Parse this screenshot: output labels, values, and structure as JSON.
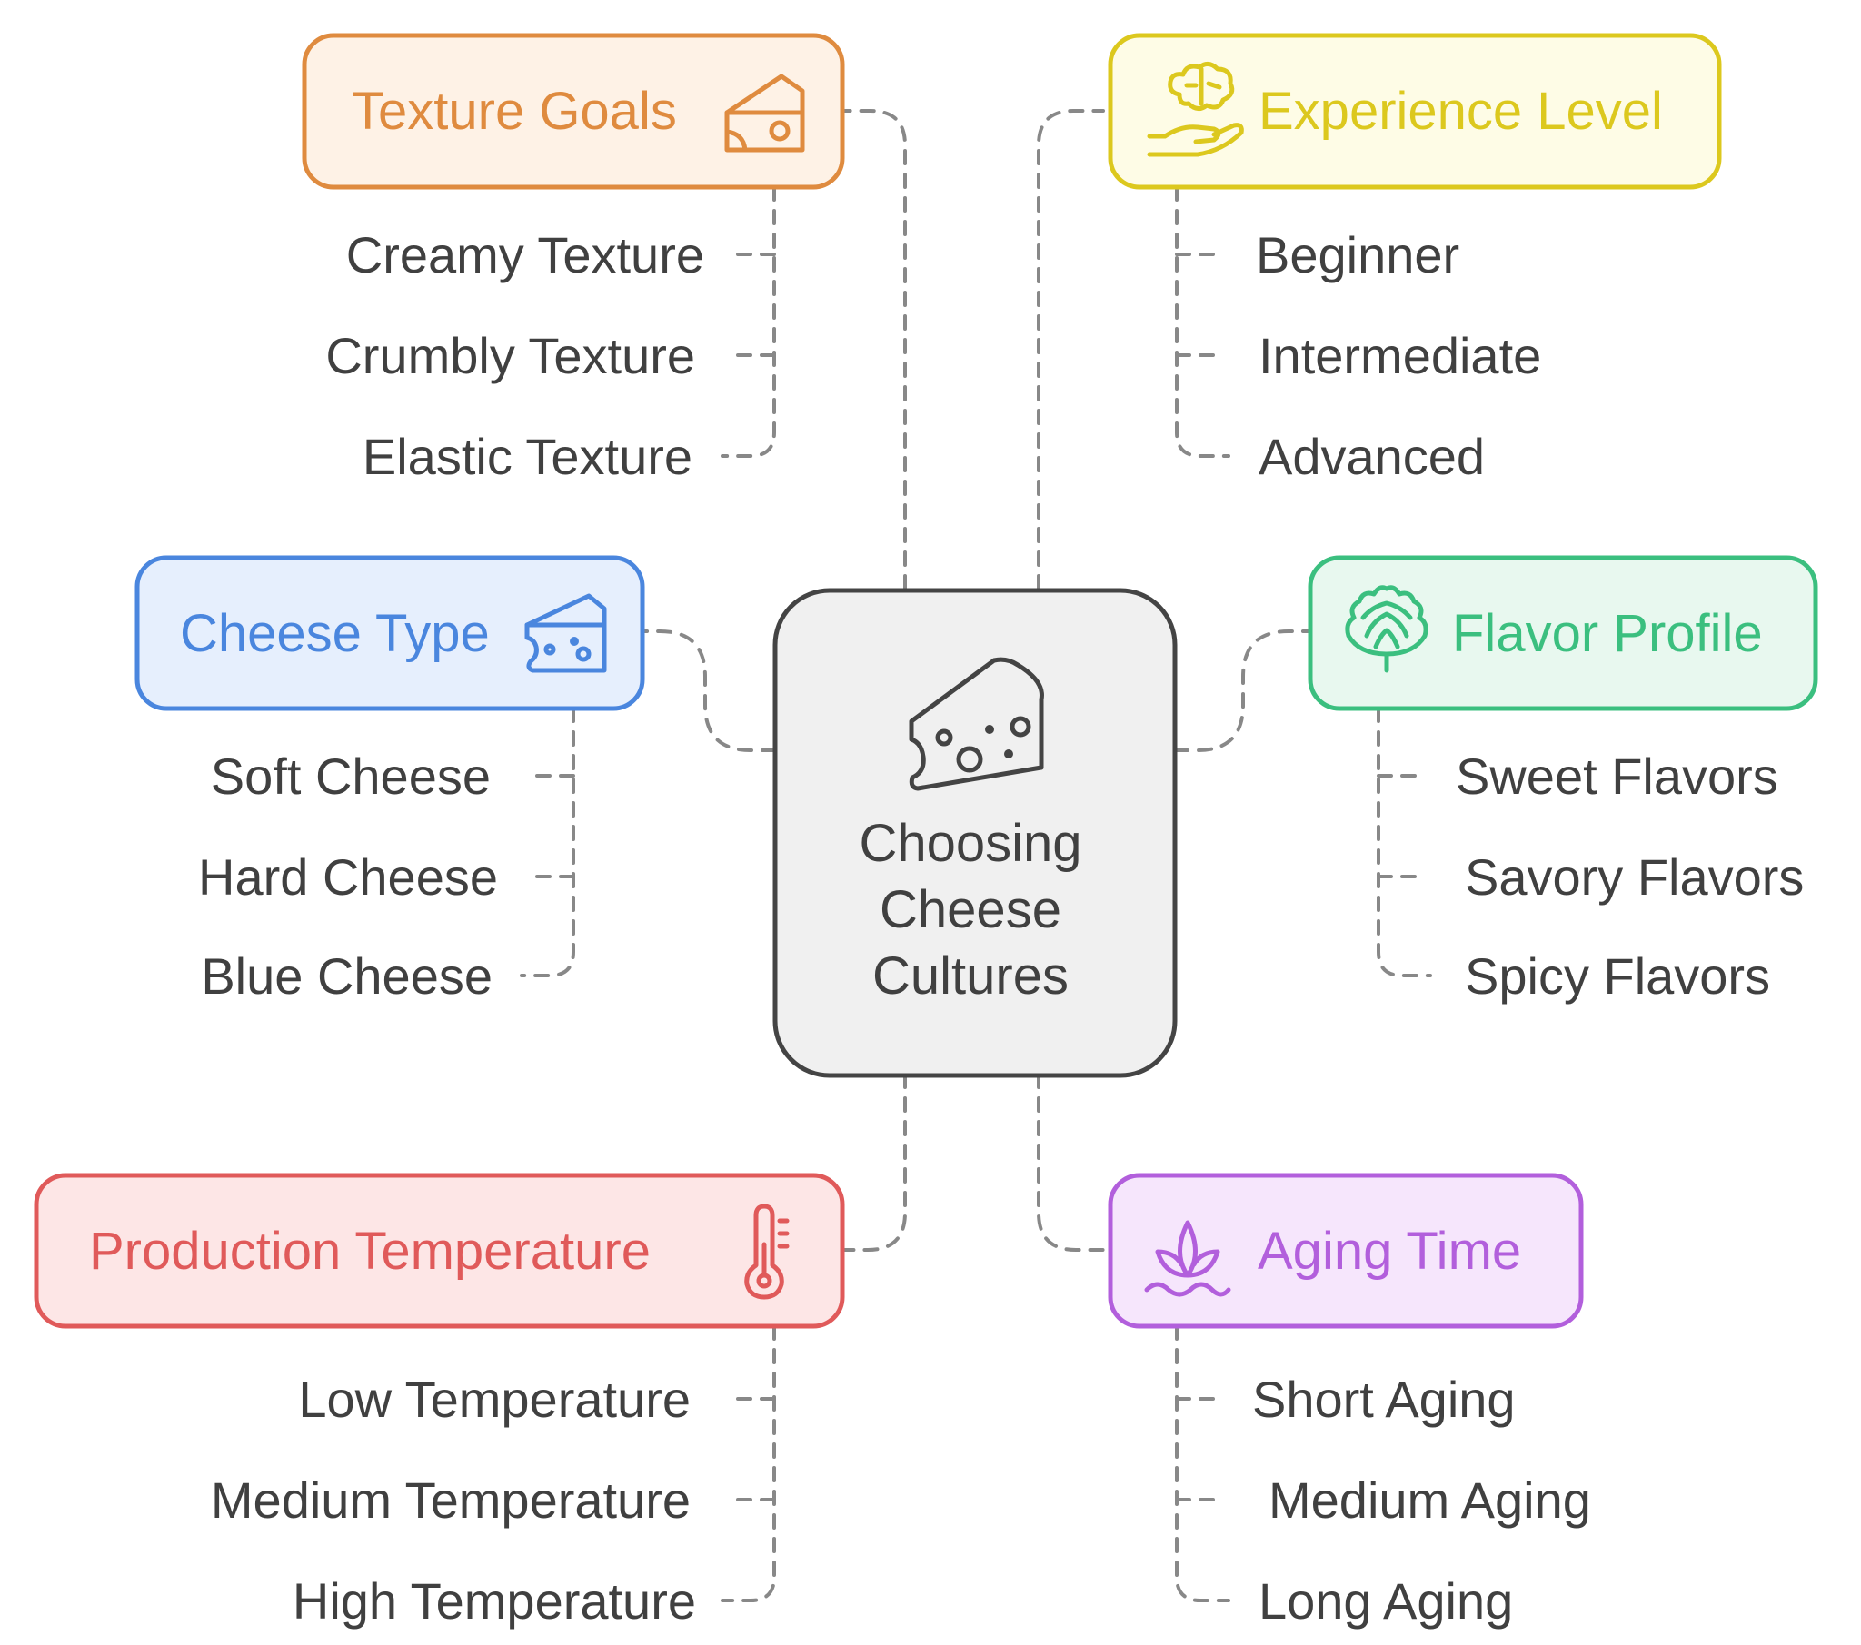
{
  "center": {
    "lines": [
      "Choosing",
      "Cheese",
      "Cultures"
    ],
    "icon": "cheese-wedge-icon",
    "stroke": "#444444",
    "fill": "#f0f0f0"
  },
  "categories": {
    "texture_goals": {
      "title": "Texture Goals",
      "icon": "cheese-icon",
      "accent": "#df8b3f",
      "fill": "#fef2e6",
      "items": [
        "Creamy Texture",
        "Crumbly Texture",
        "Elastic Texture"
      ]
    },
    "experience_level": {
      "title": "Experience Level",
      "icon": "brain-hand-icon",
      "accent": "#dcc81e",
      "fill": "#fefce6",
      "items": [
        "Beginner",
        "Intermediate",
        "Advanced"
      ]
    },
    "cheese_type": {
      "title": "Cheese Type",
      "icon": "cheese-icon",
      "accent": "#4a86de",
      "fill": "#e6effd",
      "items": [
        "Soft Cheese",
        "Hard Cheese",
        "Blue Cheese"
      ]
    },
    "flavor_profile": {
      "title": "Flavor Profile",
      "icon": "artichoke-icon",
      "accent": "#3bbf7f",
      "fill": "#e8f8ef",
      "items": [
        "Sweet Flavors",
        "Savory Flavors",
        "Spicy Flavors"
      ]
    },
    "production_temperature": {
      "title": "Production Temperature",
      "icon": "thermometer-icon",
      "accent": "#e05a5a",
      "fill": "#fde6e6",
      "items": [
        "Low Temperature",
        "Medium Temperature",
        "High Temperature"
      ]
    },
    "aging_time": {
      "title": "Aging Time",
      "icon": "lotus-icon",
      "accent": "#b25fdc",
      "fill": "#f6e6fc",
      "items": [
        "Short Aging",
        "Medium Aging",
        "Long Aging"
      ]
    }
  },
  "colors": {
    "connector": "#888888",
    "item_text": "#404040"
  }
}
